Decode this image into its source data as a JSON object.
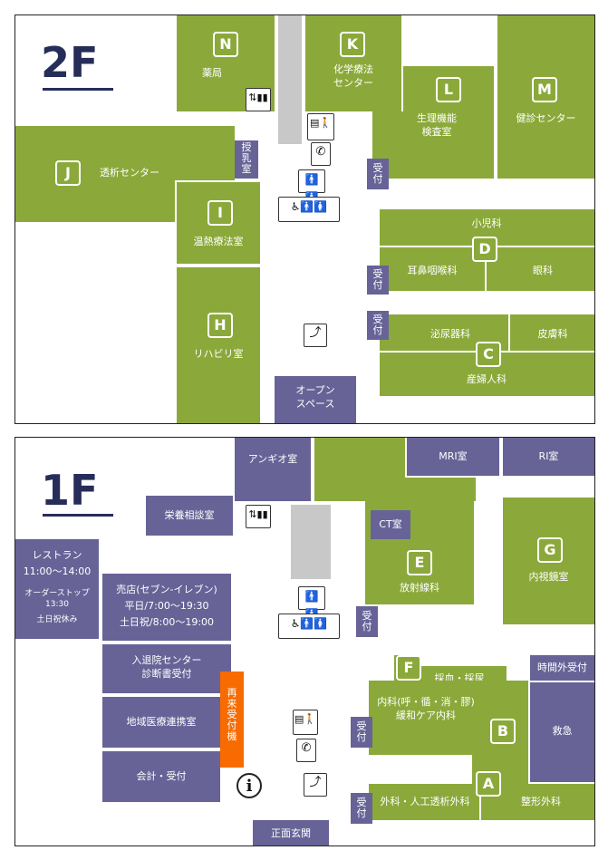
{
  "floor2": {
    "title": "2F",
    "N": {
      "letter": "N",
      "name": "薬局"
    },
    "K": {
      "letter": "K",
      "name": "化学療法\nセンター"
    },
    "L": {
      "letter": "L",
      "name": "生理機能\n検査室"
    },
    "M": {
      "letter": "M",
      "name": "健診センター"
    },
    "J": {
      "letter": "J",
      "name": "透析センター"
    },
    "nursing": "授乳室",
    "I": {
      "letter": "I",
      "name": "温熱療法室"
    },
    "H": {
      "letter": "H",
      "name": "リハビリ室"
    },
    "D": {
      "letter": "D",
      "pediatrics": "小児科",
      "ent": "耳鼻咽喉科",
      "ophthalmology": "眼科"
    },
    "C": {
      "letter": "C",
      "urology": "泌尿器科",
      "dermatology": "皮膚科",
      "obgyn": "産婦人科"
    },
    "reception": "受付",
    "open_space": "オープン\nスペース"
  },
  "floor1": {
    "title": "1F",
    "angio": "アンギオ室",
    "mri": "MRI室",
    "ri": "RI室",
    "nutrition": "栄養相談室",
    "ct": "CT室",
    "E": {
      "letter": "E",
      "name": "放射線科"
    },
    "G": {
      "letter": "G",
      "name": "内視鏡室"
    },
    "restaurant": {
      "name": "レストラン",
      "hours": "11:00〜14:00",
      "last_order": "オーダーストップ\n13:30",
      "closed": "土日祝休み"
    },
    "shop": {
      "name": "売店(セブン-イレブン)",
      "weekday": "平日/7:00〜19:30",
      "weekend": "土日祝/8:00〜19:00"
    },
    "admission": "入退院センター\n診断書受付",
    "revisit": "再来受付機",
    "regional": "地域医療連携室",
    "accounting": "会計・受付",
    "F": {
      "letter": "F",
      "name": "採血・採尿"
    },
    "after_hours": "時間外受付",
    "internal": "内科(呼・循・消・膠)\n緩和ケア内科",
    "B": {
      "letter": "B"
    },
    "emergency": "救急",
    "A": {
      "letter": "A",
      "surgery": "外科・人工透析外科",
      "ortho": "整形外科"
    },
    "reception": "受付",
    "entrance": "正面玄関",
    "info_symbol": "i"
  },
  "colors": {
    "green": "#8ba93a",
    "purple": "#676397",
    "orange": "#f76b00",
    "navy": "#272d59"
  },
  "icons": [
    "elevator-icon",
    "escalator-icon",
    "restroom-icon",
    "accessible-restroom-icon",
    "telephone-icon",
    "vending-machine-icon",
    "information-icon"
  ]
}
